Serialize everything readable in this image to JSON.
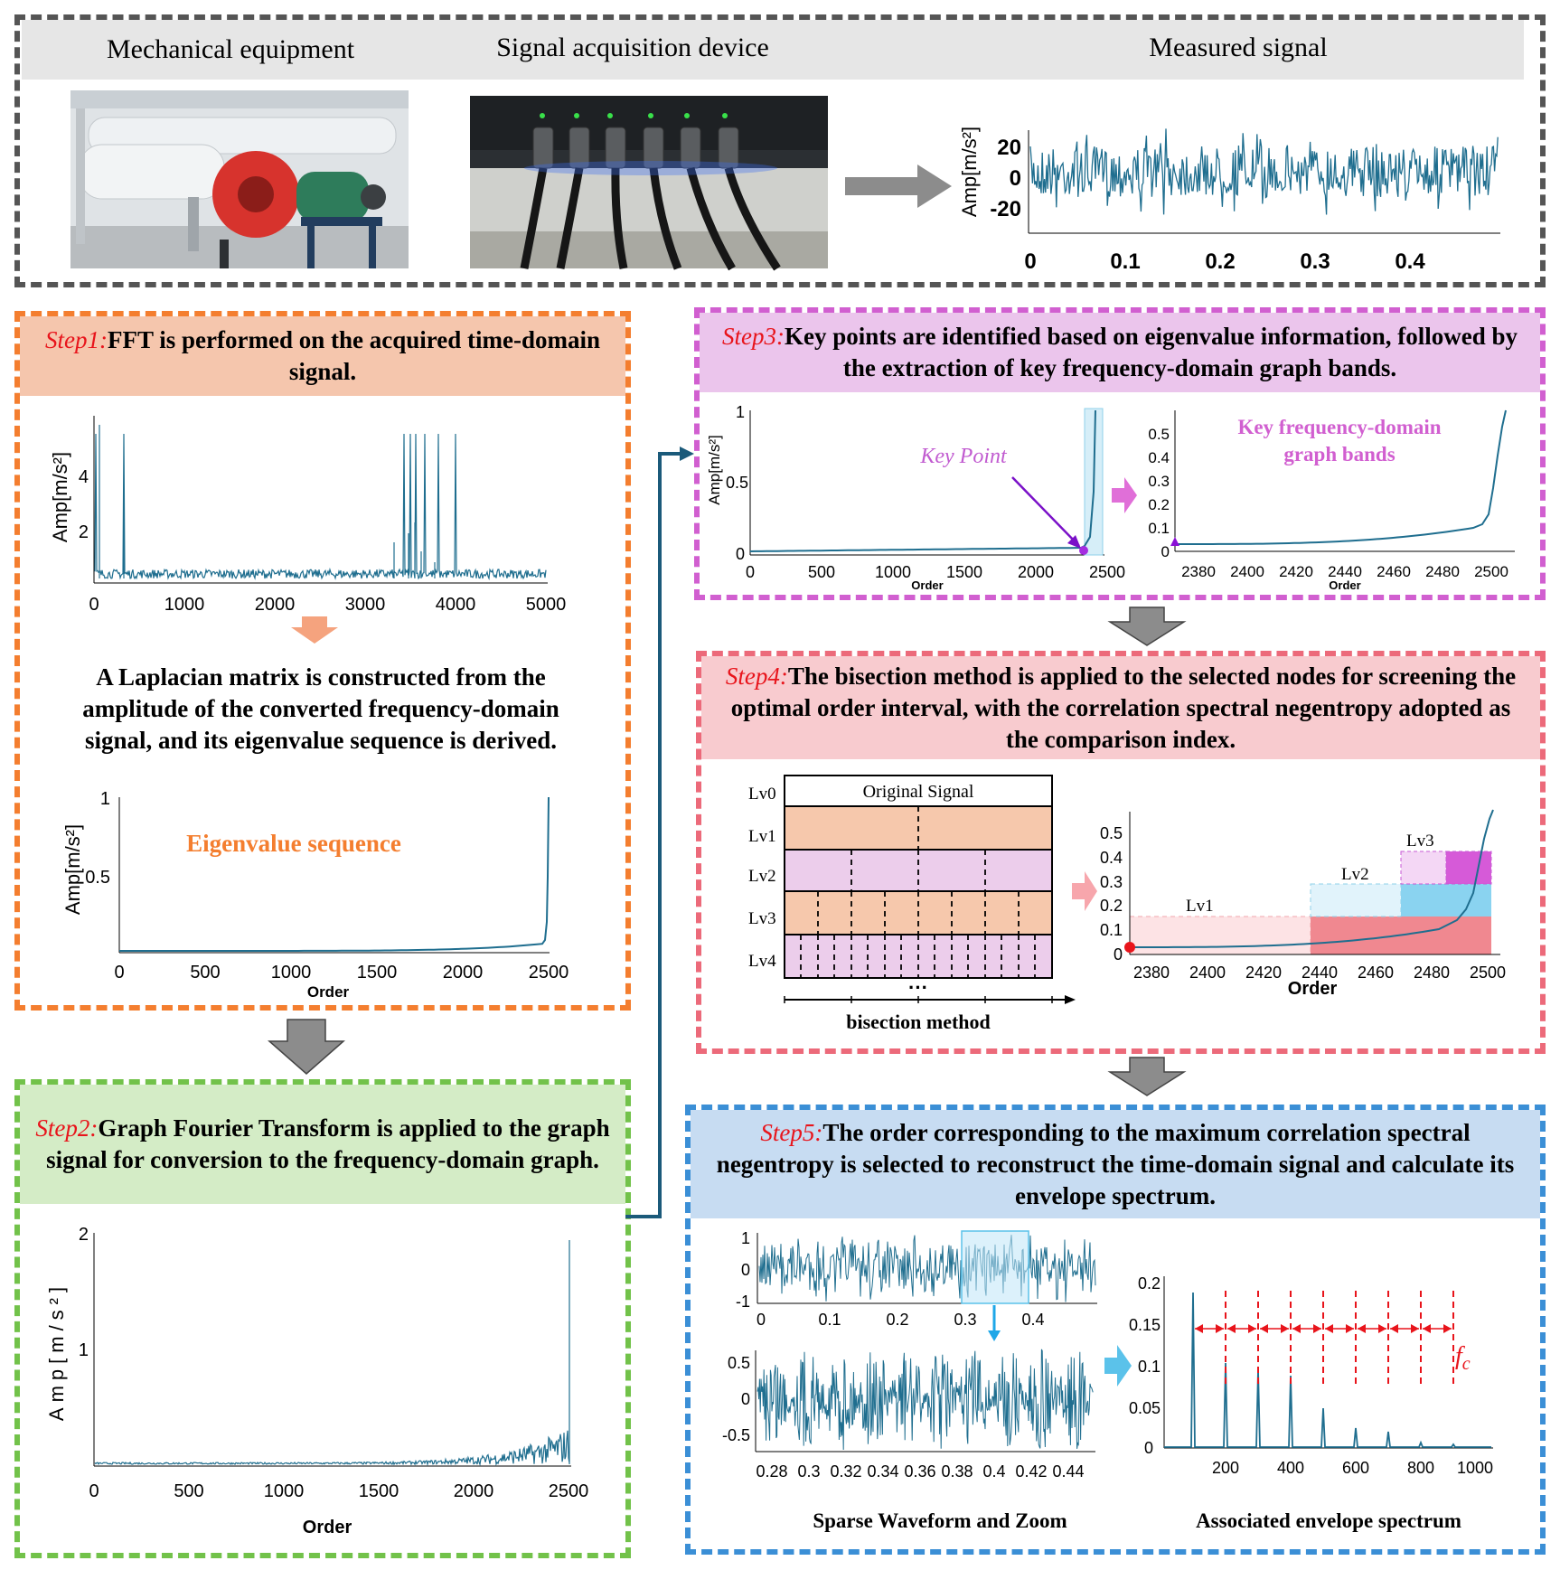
{
  "top": {
    "labels": [
      "Mechanical equipment",
      "Signal acquisition device",
      "Measured signal"
    ],
    "signal_ylabel": "Amp[m/s²]",
    "signal_yticks": [
      "20",
      "0",
      "-20"
    ],
    "signal_xticks": [
      "0",
      "0.1",
      "0.2",
      "0.3",
      "0.4"
    ]
  },
  "step1": {
    "tag": "Step1:",
    "text": "FFT is performed on the acquired time-domain signal.",
    "ylabel": "Amp[m/s²]",
    "yticks": [
      "4",
      "2"
    ],
    "xticks": [
      "0",
      "1000",
      "2000",
      "3000",
      "4000",
      "5000"
    ],
    "middle_text": "A Laplacian matrix is constructed from the amplitude of the converted frequency-domain signal, and its eigenvalue sequence is derived.",
    "eig_label": "Eigenvalue sequence",
    "eig_ylabel": "Amp[m/s²]",
    "eig_yticks": [
      "1",
      "0.5"
    ],
    "eig_xticks": [
      "0",
      "500",
      "1000",
      "1500",
      "2000",
      "2500"
    ],
    "eig_xlabel": "Order"
  },
  "step2": {
    "tag": "Step2:",
    "text": "Graph Fourier Transform is applied to the graph signal for conversion to the frequency-domain graph.",
    "ylabel": "Amp[m/s²]",
    "yticks": [
      "2",
      "1"
    ],
    "xticks": [
      "0",
      "500",
      "1000",
      "1500",
      "2000",
      "2500"
    ],
    "xlabel": "Order"
  },
  "step3": {
    "tag": "Step3:",
    "text": "Key points are identified based on eigenvalue information, followed by the extraction of key frequency-domain graph bands.",
    "left_ylabel": "Amp[m/s²]",
    "left_yticks": [
      "1",
      "0.5",
      "0"
    ],
    "left_xticks": [
      "0",
      "500",
      "1000",
      "1500",
      "2000",
      "2500"
    ],
    "left_xlabel": "Order",
    "key_point": "Key Point",
    "right_label": [
      "Key frequency-domain",
      "graph bands"
    ],
    "right_yticks": [
      "0.5",
      "0.4",
      "0.3",
      "0.2",
      "0.1",
      "0"
    ],
    "right_xticks": [
      "2380",
      "2400",
      "2420",
      "2440",
      "2460",
      "2480",
      "2500"
    ],
    "right_xlabel": "Order"
  },
  "step4": {
    "tag": "Step4:",
    "text": "The bisection method is applied to the selected nodes for screening the optimal order interval, with the correlation spectral negentropy adopted as the comparison index.",
    "levels": [
      "Lv0",
      "Lv1",
      "Lv2",
      "Lv3",
      "Lv4"
    ],
    "original": "Original Signal",
    "ellipsis": "···",
    "caption": "bisection method",
    "chart_levels": [
      "Lv1",
      "Lv2",
      "Lv3"
    ],
    "yticks": [
      "0.5",
      "0.4",
      "0.3",
      "0.2",
      "0.1",
      "0"
    ],
    "xticks": [
      "2380",
      "2400",
      "2420",
      "2440",
      "2460",
      "2480",
      "2500"
    ],
    "xlabel": "Order"
  },
  "step5": {
    "tag": "Step5:",
    "text": "The order corresponding to the maximum correlation spectral negentropy is selected to reconstruct the time-domain signal and calculate its envelope spectrum.",
    "wave_yticks": [
      "1",
      "0",
      "-1"
    ],
    "wave_xticks": [
      "0",
      "0.1",
      "0.2",
      "0.3",
      "0.4"
    ],
    "zoom_yticks": [
      "0.5",
      "0",
      "-0.5"
    ],
    "zoom_xticks": [
      "0.28",
      "0.3",
      "0.32",
      "0.34",
      "0.36",
      "0.38",
      "0.4",
      "0.42",
      "0.44"
    ],
    "env_yticks": [
      "0.2",
      "0.15",
      "0.1",
      "0.05",
      "0"
    ],
    "env_xticks": [
      "200",
      "400",
      "600",
      "800",
      "1000"
    ],
    "fc": "f",
    "fc_sub": "c",
    "caption_left": "Sparse Waveform and Zoom",
    "caption_right": "Associated envelope spectrum"
  },
  "colors": {
    "signal": "#1f6e8f",
    "step1": "#f47e2f",
    "step2": "#72c24a",
    "step3": "#d15fd0",
    "step4": "#ec6a7a",
    "step5": "#3b8fd6",
    "gray_border": "#555555",
    "red": "#e8141b"
  }
}
